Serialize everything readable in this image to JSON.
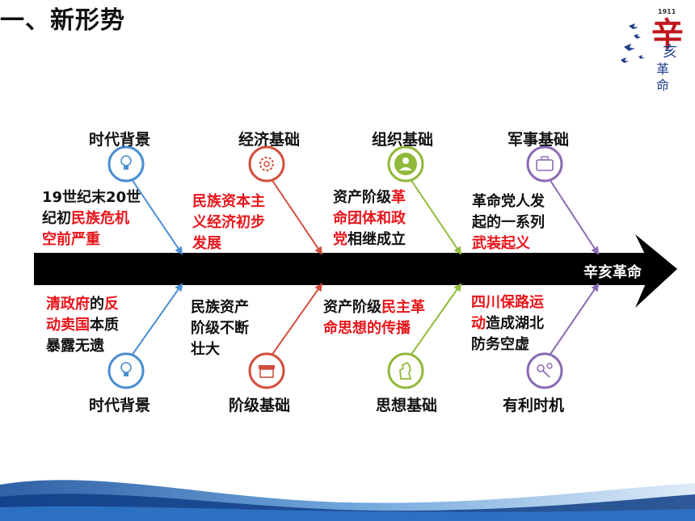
{
  "title": "一、新形势",
  "logo": {
    "year": "1911",
    "char1": "辛",
    "char2": "亥",
    "char3": "革",
    "char4": "命"
  },
  "spine_label": "辛亥革命",
  "colors": {
    "red": "#e8151b",
    "blue": "#4a8ed1",
    "orange": "#ea7a39",
    "green": "#91b93a",
    "purple": "#8b6bb3",
    "spine": "#000000"
  },
  "top": [
    {
      "category": "时代背景",
      "icon": "lightbulb-icon",
      "parts": [
        {
          "t": "19世纪末20世"
        },
        {
          "t": "纪初"
        },
        {
          "t": "民族危机",
          "red": true
        },
        {
          "t": "空前严重",
          "red": true
        }
      ]
    },
    {
      "category": "经济基础",
      "icon": "gear-icon",
      "parts": [
        {
          "t": "民族资本主",
          "red": true
        },
        {
          "t": "义经济初步",
          "red": true
        },
        {
          "t": "发展",
          "red": true
        }
      ]
    },
    {
      "category": "组织基础",
      "icon": "person-icon",
      "parts": [
        {
          "t": "资产阶级"
        },
        {
          "t": "革",
          "red": true
        },
        {
          "t": "命团体和政",
          "red": true
        },
        {
          "t": "党",
          "red": true
        },
        {
          "t": "相继成立"
        }
      ]
    },
    {
      "category": "军事基础",
      "icon": "briefcase-icon",
      "parts": [
        {
          "t": "革命党人发"
        },
        {
          "t": "起的一系列"
        },
        {
          "t": "武装起义",
          "red": true
        }
      ]
    }
  ],
  "bottom": [
    {
      "category": "时代背景",
      "icon": "lightbulb-icon",
      "parts": [
        {
          "t": "清政府",
          "red": true
        },
        {
          "t": "的"
        },
        {
          "t": "反",
          "red": true
        },
        {
          "t": "动卖国",
          "red": true
        },
        {
          "t": "本质"
        },
        {
          "t": "暴露无遗"
        }
      ]
    },
    {
      "category": "阶级基础",
      "icon": "shop-icon",
      "parts": [
        {
          "t": "民族资产"
        },
        {
          "t": "阶级不断"
        },
        {
          "t": "壮大"
        }
      ]
    },
    {
      "category": "思想基础",
      "icon": "chess-knight-icon",
      "parts": [
        {
          "t": "资产阶级"
        },
        {
          "t": "民主革",
          "red": true
        },
        {
          "t": "命思想的传播",
          "red": true
        }
      ]
    },
    {
      "category": "有利时机",
      "icon": "keys-icon",
      "parts": [
        {
          "t": "四川保路运",
          "red": true
        },
        {
          "t": "动",
          "red": true
        },
        {
          "t": "造成湖北"
        },
        {
          "t": "防务空虚"
        }
      ]
    }
  ]
}
